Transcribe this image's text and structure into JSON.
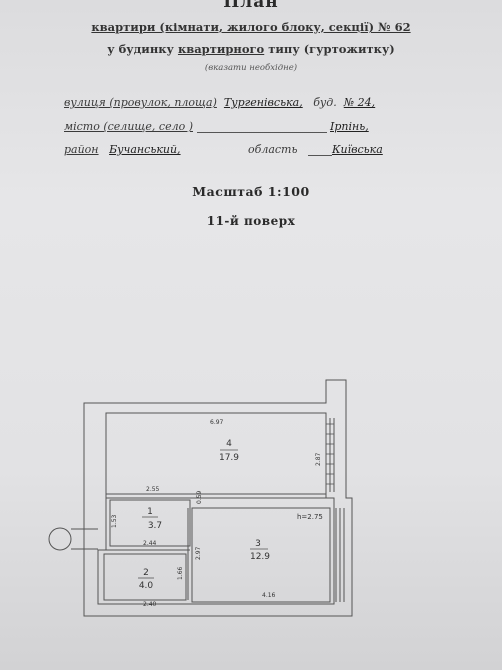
{
  "document": {
    "title": "План",
    "heading_line1": "квартири (кімнати, жилого блоку, секції) № 62",
    "heading_line2_prefix": "у будинку",
    "heading_line2_underlined": "квартирного",
    "heading_line2_suffix": "типу (гуртожитку)",
    "heading_hint": "(вказати необхідне)"
  },
  "address": {
    "street_label": "вулиця (провулок, площа)",
    "street_value": "Тургенівська,",
    "building_label": "буд.",
    "building_value": "№ 24,",
    "city_label": "місто (селище, село )",
    "city_value": "Ірпінь,",
    "district_label": "район",
    "district_value": "Бучанський,",
    "region_label": "область",
    "region_value": "Київська"
  },
  "scale_text": "Масштаб 1:100",
  "floor_text": "11-й поверх",
  "rooms": [
    {
      "number": "4",
      "area": "17.9"
    },
    {
      "number": "1",
      "area": "3.7"
    },
    {
      "number": "2",
      "area": "4.0"
    },
    {
      "number": "3",
      "area": "12.9"
    }
  ],
  "dimensions": {
    "room4_width": "6.97",
    "room4_height": "2.87",
    "room1_width": "2.55",
    "room1_width_inner": "2.44",
    "room1_height": "1.53",
    "room1_right": "0.59",
    "room2_width": "2.40",
    "room2_height": "1.66",
    "room3_left": "2.97",
    "room3_width": "4.16",
    "ceiling_height": "h=2.75"
  }
}
